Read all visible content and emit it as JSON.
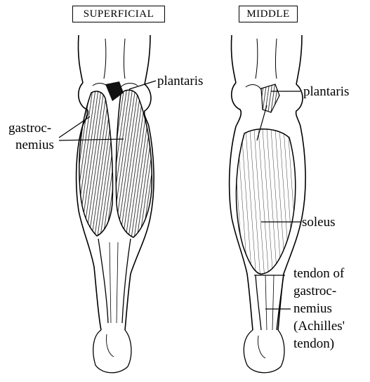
{
  "panels": {
    "superficial": {
      "title": "SUPERFICIAL",
      "labels": {
        "plantaris": "plantaris",
        "gastroc_line1": "gastroc-",
        "gastroc_line2": "nemius"
      }
    },
    "middle": {
      "title": "MIDDLE",
      "labels": {
        "plantaris": "plantaris",
        "soleus": "soleus",
        "tendon_line1": "tendon of",
        "tendon_line2": "gastroc-",
        "tendon_line3": "nemius",
        "tendon_line4": "(Achilles'",
        "tendon_line5": "tendon)"
      }
    }
  }
}
